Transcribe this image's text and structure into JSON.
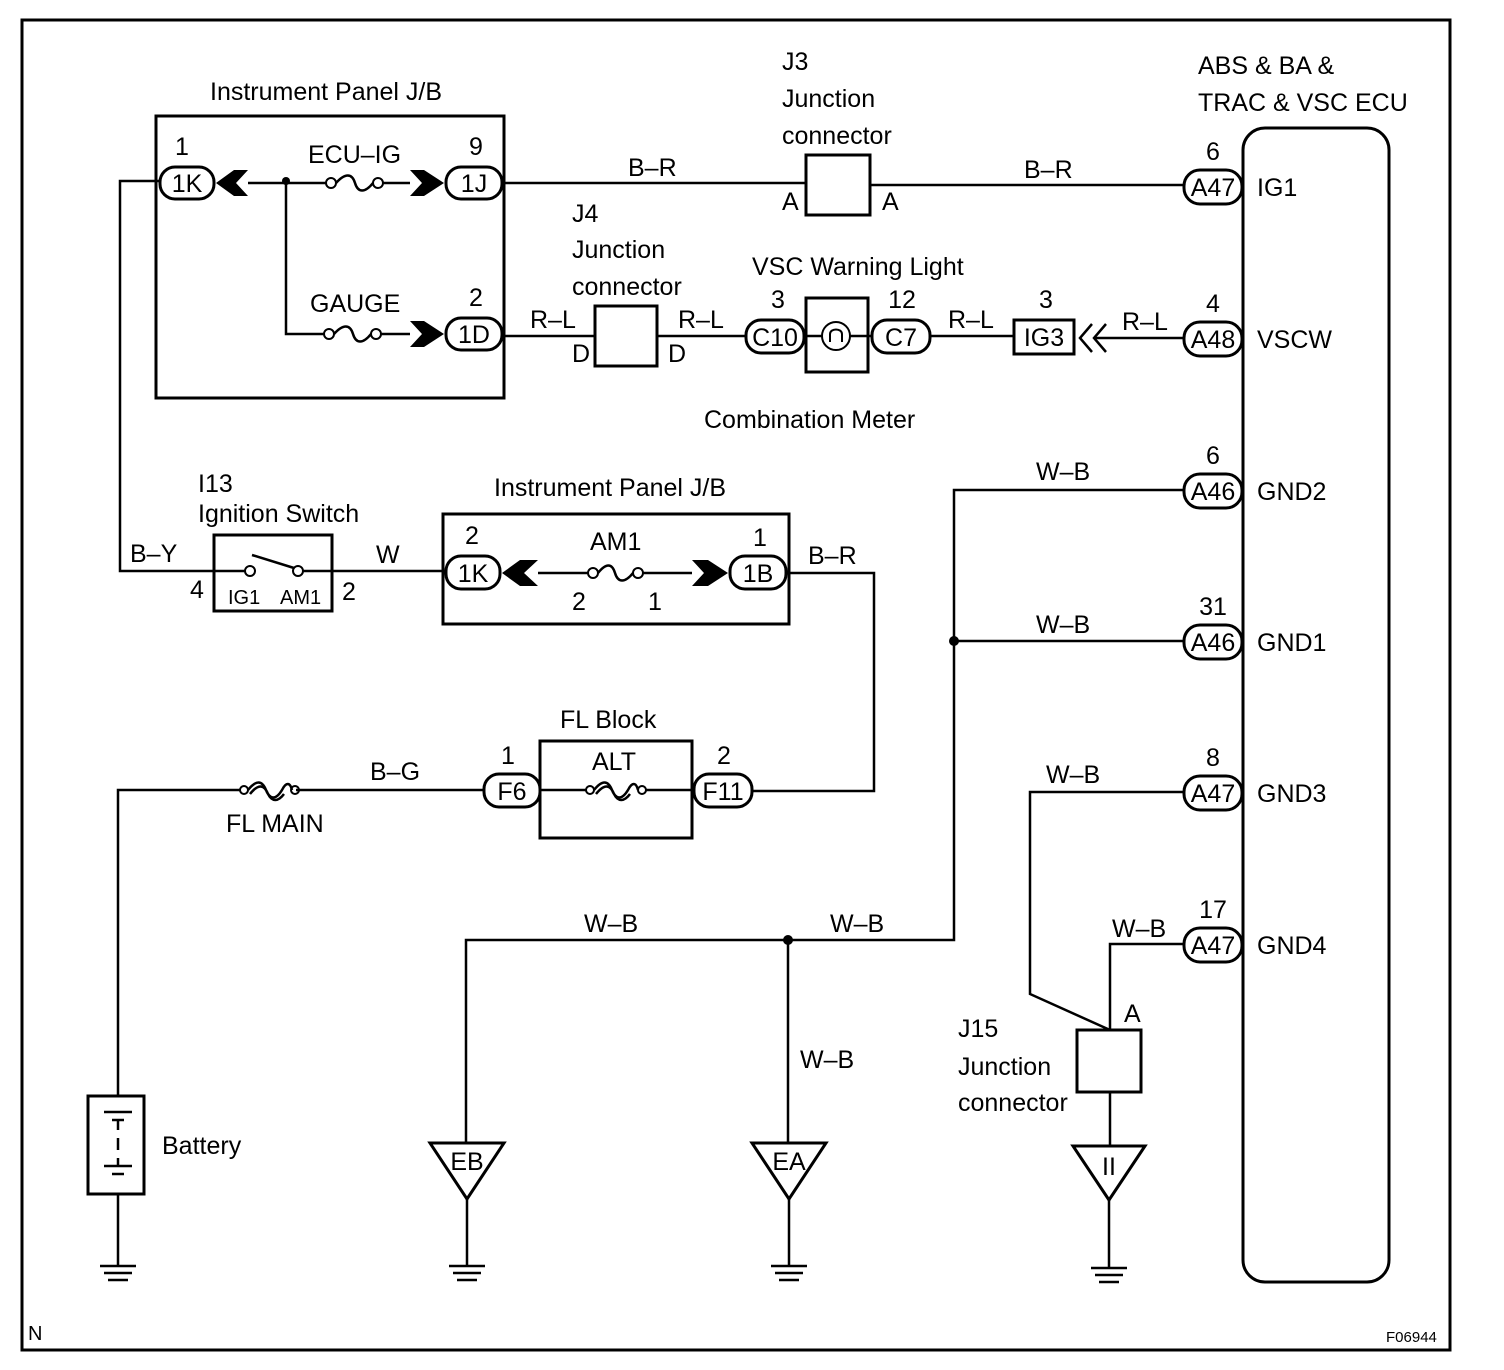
{
  "corner_left": "N",
  "figure_id": "F06944",
  "ecu": {
    "title_line1": "ABS & BA &",
    "title_line2": "TRAC & VSC ECU",
    "pins": [
      {
        "num": "6",
        "conn": "A47",
        "name": "IG1"
      },
      {
        "num": "4",
        "conn": "A48",
        "name": "VSCW"
      },
      {
        "num": "6",
        "conn": "A46",
        "name": "GND2"
      },
      {
        "num": "31",
        "conn": "A46",
        "name": "GND1"
      },
      {
        "num": "8",
        "conn": "A47",
        "name": "GND3"
      },
      {
        "num": "17",
        "conn": "A47",
        "name": "GND4"
      }
    ]
  },
  "ipjb_top": {
    "title": "Instrument Panel J/B",
    "conn_1k": {
      "num": "1",
      "label": "1K"
    },
    "conn_1j": {
      "num": "9",
      "label": "1J"
    },
    "conn_1d": {
      "num": "2",
      "label": "1D"
    },
    "fuse_ecu_ig": "ECU–IG",
    "fuse_gauge": "GAUGE"
  },
  "j3": {
    "line1": "J3",
    "line2": "Junction",
    "line3": "connector",
    "pin_left": "A",
    "pin_right": "A"
  },
  "j4": {
    "line1": "J4",
    "line2": "Junction",
    "line3": "connector",
    "pin_left": "D",
    "pin_right": "D"
  },
  "j15": {
    "line1": "J15",
    "line2": "Junction",
    "line3": "connector",
    "pin_top": "A"
  },
  "meter": {
    "light_title": "VSC Warning Light",
    "caption": "Combination Meter",
    "c10": {
      "num": "3",
      "label": "C10"
    },
    "c7": {
      "num": "12",
      "label": "C7"
    },
    "ig3": {
      "num": "3",
      "label": "IG3"
    }
  },
  "ignition": {
    "line1": "I13",
    "line2": "Ignition Switch",
    "pin_ig1": "IG1",
    "pin_am1": "AM1",
    "num_left": "4",
    "num_right": "2"
  },
  "ipjb_bottom": {
    "title": "Instrument Panel J/B",
    "conn_1k": {
      "num": "2",
      "label": "1K"
    },
    "conn_1b": {
      "num": "1",
      "label": "1B"
    },
    "fuse_am1": "AM1",
    "fuse_num_left": "2",
    "fuse_num_right": "1"
  },
  "fl_block": {
    "title": "FL Block",
    "fuse_alt": "ALT",
    "f6": {
      "num": "1",
      "label": "F6"
    },
    "f11": {
      "num": "2",
      "label": "F11"
    }
  },
  "fl_main": "FL MAIN",
  "battery": "Battery",
  "grounds": {
    "eb": "EB",
    "ea": "EA",
    "ii": "II"
  },
  "wire_colors": {
    "br_top_left": "B–R",
    "br_top_right": "B–R",
    "rl_1": "R–L",
    "rl_2": "R–L",
    "rl_3": "R–L",
    "rl_4": "R–L",
    "by": "B–Y",
    "w": "W",
    "br_mid": "B–R",
    "bg": "B–G",
    "wb_gnd2": "W–B",
    "wb_gnd1": "W–B",
    "wb_gnd3": "W–B",
    "wb_gnd4": "W–B",
    "wb_bus_left": "W–B",
    "wb_bus_right": "W–B",
    "wb_ea": "W–B"
  }
}
